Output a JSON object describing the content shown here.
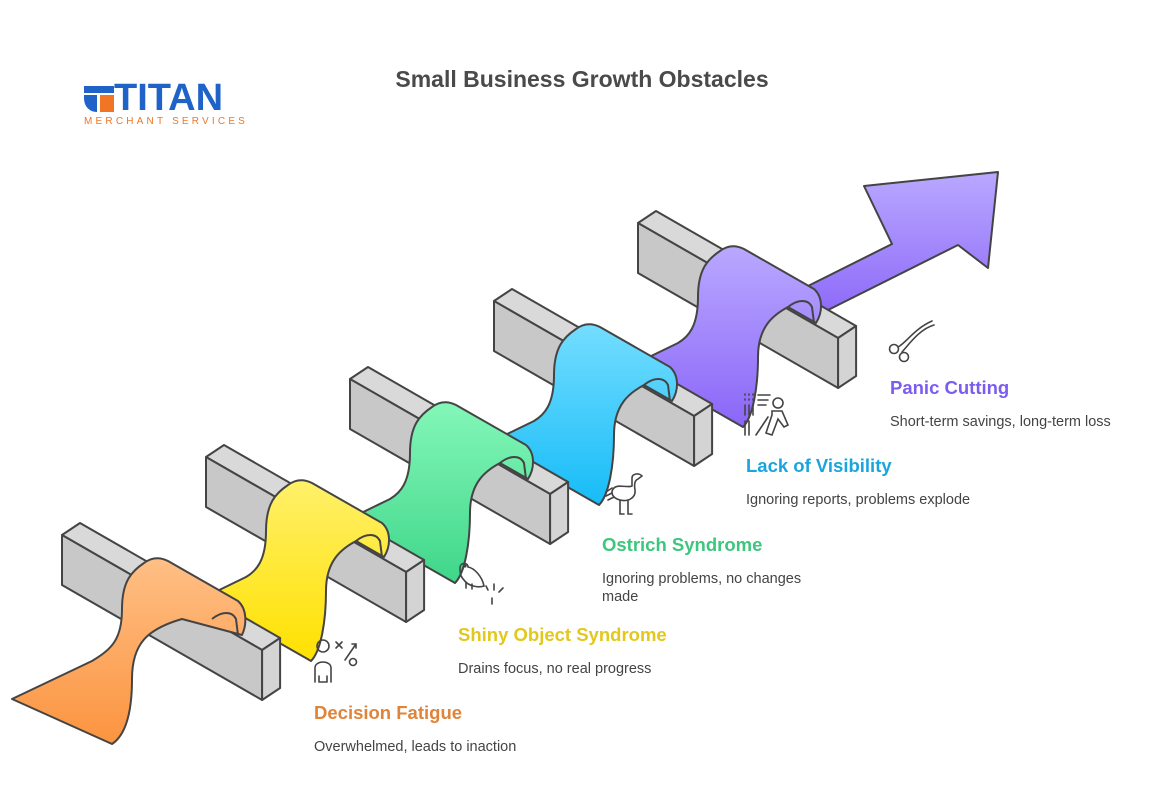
{
  "title": "Small Business Growth Obstacles",
  "logo": {
    "name": "TITAN",
    "tagline": "MERCHANT SERVICES",
    "colors": {
      "primary": "#1f63c9",
      "accent": "#f07524"
    }
  },
  "steps": [
    {
      "label": "Decision Fatigue",
      "description": "Overwhelmed, leads to inaction",
      "icon": "person-decision-icon",
      "color": "#e0843a",
      "ribbon_top": "#ffbf85",
      "ribbon_bottom": "#fb9440"
    },
    {
      "label": "Shiny Object Syndrome",
      "description": "Drains focus, no real progress",
      "icon": "bird-sparkle-icon",
      "color": "#e3c81c",
      "ribbon_top": "#fff06a",
      "ribbon_bottom": "#ffe100"
    },
    {
      "label": "Ostrich Syndrome",
      "description": "Ignoring problems, no changes made",
      "icon": "ostrich-icon",
      "color": "#3dc67d",
      "ribbon_top": "#84f7b8",
      "ribbon_bottom": "#3fd68a"
    },
    {
      "label": "Lack of Visibility",
      "description": "Ignoring reports, problems explode",
      "icon": "blind-person-icon",
      "color": "#1aa5de",
      "ribbon_top": "#74ddff",
      "ribbon_bottom": "#16bcf7"
    },
    {
      "label": "Panic Cutting",
      "description": "Short-term savings, long-term loss",
      "icon": "scissors-icon",
      "color": "#7c5cef",
      "ribbon_top": "#b9a8ff",
      "ribbon_bottom": "#8b66f8"
    }
  ]
}
